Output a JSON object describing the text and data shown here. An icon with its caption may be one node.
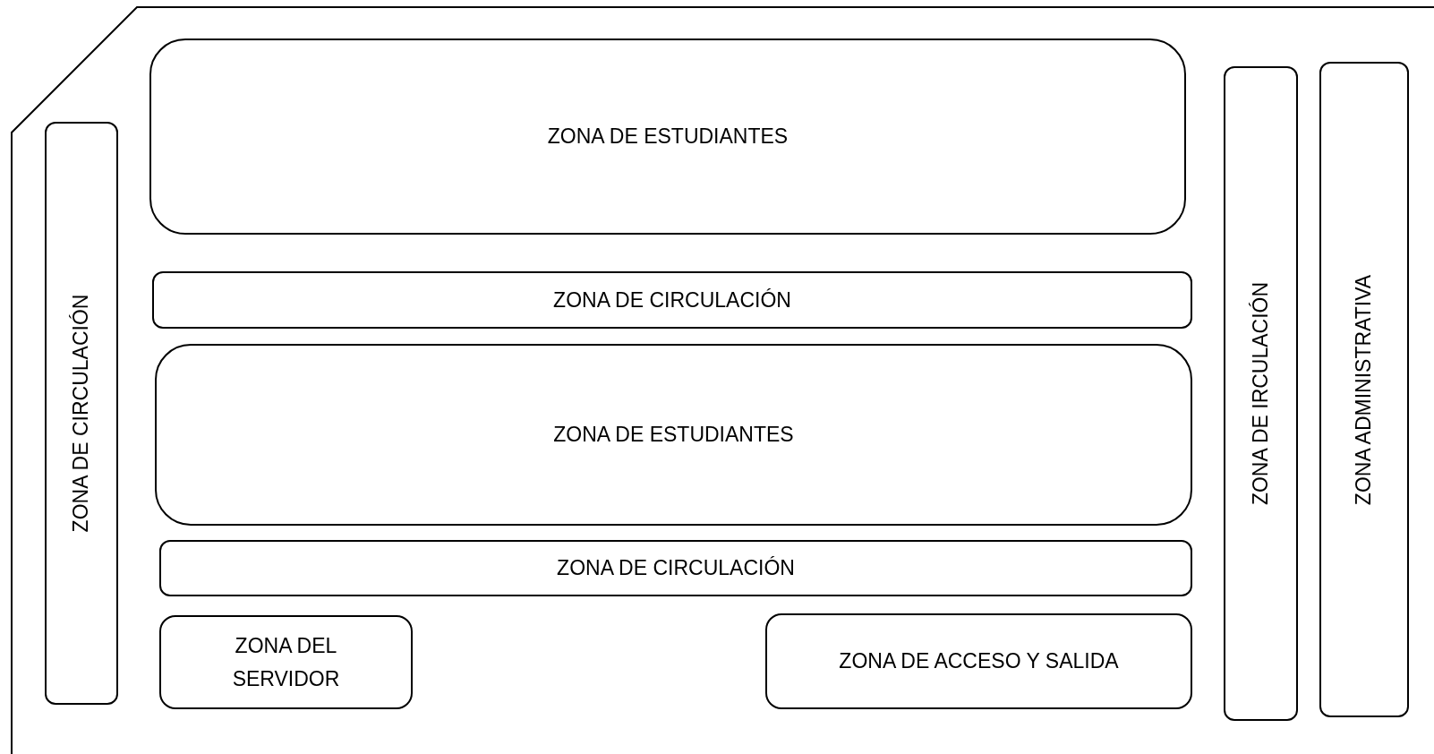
{
  "diagram": {
    "nodes": [
      {
        "text": [
          "ZONA DE CIRCULACIÓN"
        ]
      },
      {
        "text": [
          "ZONA DE ESTUDIANTES"
        ]
      },
      {
        "text": [
          "ZONA DE CIRCULACIÓN"
        ]
      },
      {
        "text": [
          "ZONA DE ESTUDIANTES"
        ]
      },
      {
        "text": [
          "ZONA DE CIRCULACIÓN"
        ]
      },
      {
        "text": [
          "ZONA DEL SERVIDOR"
        ]
      },
      {
        "text": [
          "ZONA DE ACCESO Y SALIDA"
        ]
      },
      {
        "text": [
          "ZONA DE IRCULACIÓN"
        ]
      },
      {
        "text": [
          "ZONA ADMINISTRATIVA"
        ]
      }
    ],
    "edges": []
  }
}
